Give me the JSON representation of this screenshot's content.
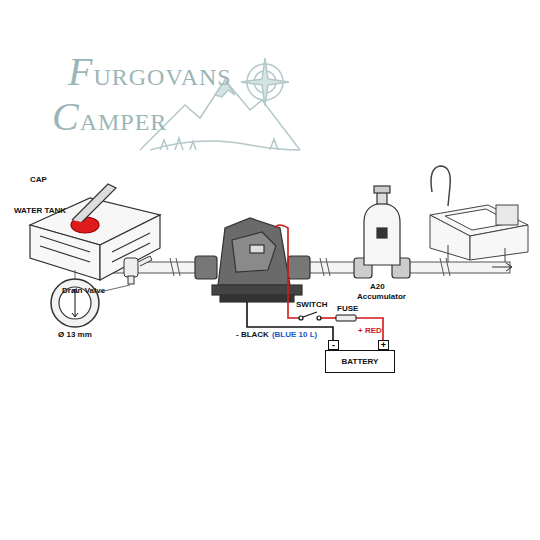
{
  "diagram": {
    "nodes": [
      {
        "text": [
          "BATTERY"
        ]
      }
    ],
    "edges": [],
    "labels": [
      "FURGOVANS",
      "CAMPER",
      "CAP",
      "WATER TANK",
      "Drain Valve",
      "Ø 13 mm",
      "SWITCH",
      "FUSE",
      "+ RED",
      "- BLACK",
      "(BLUE 10 L)",
      "A20",
      "Accumulator",
      "-",
      "+"
    ]
  }
}
